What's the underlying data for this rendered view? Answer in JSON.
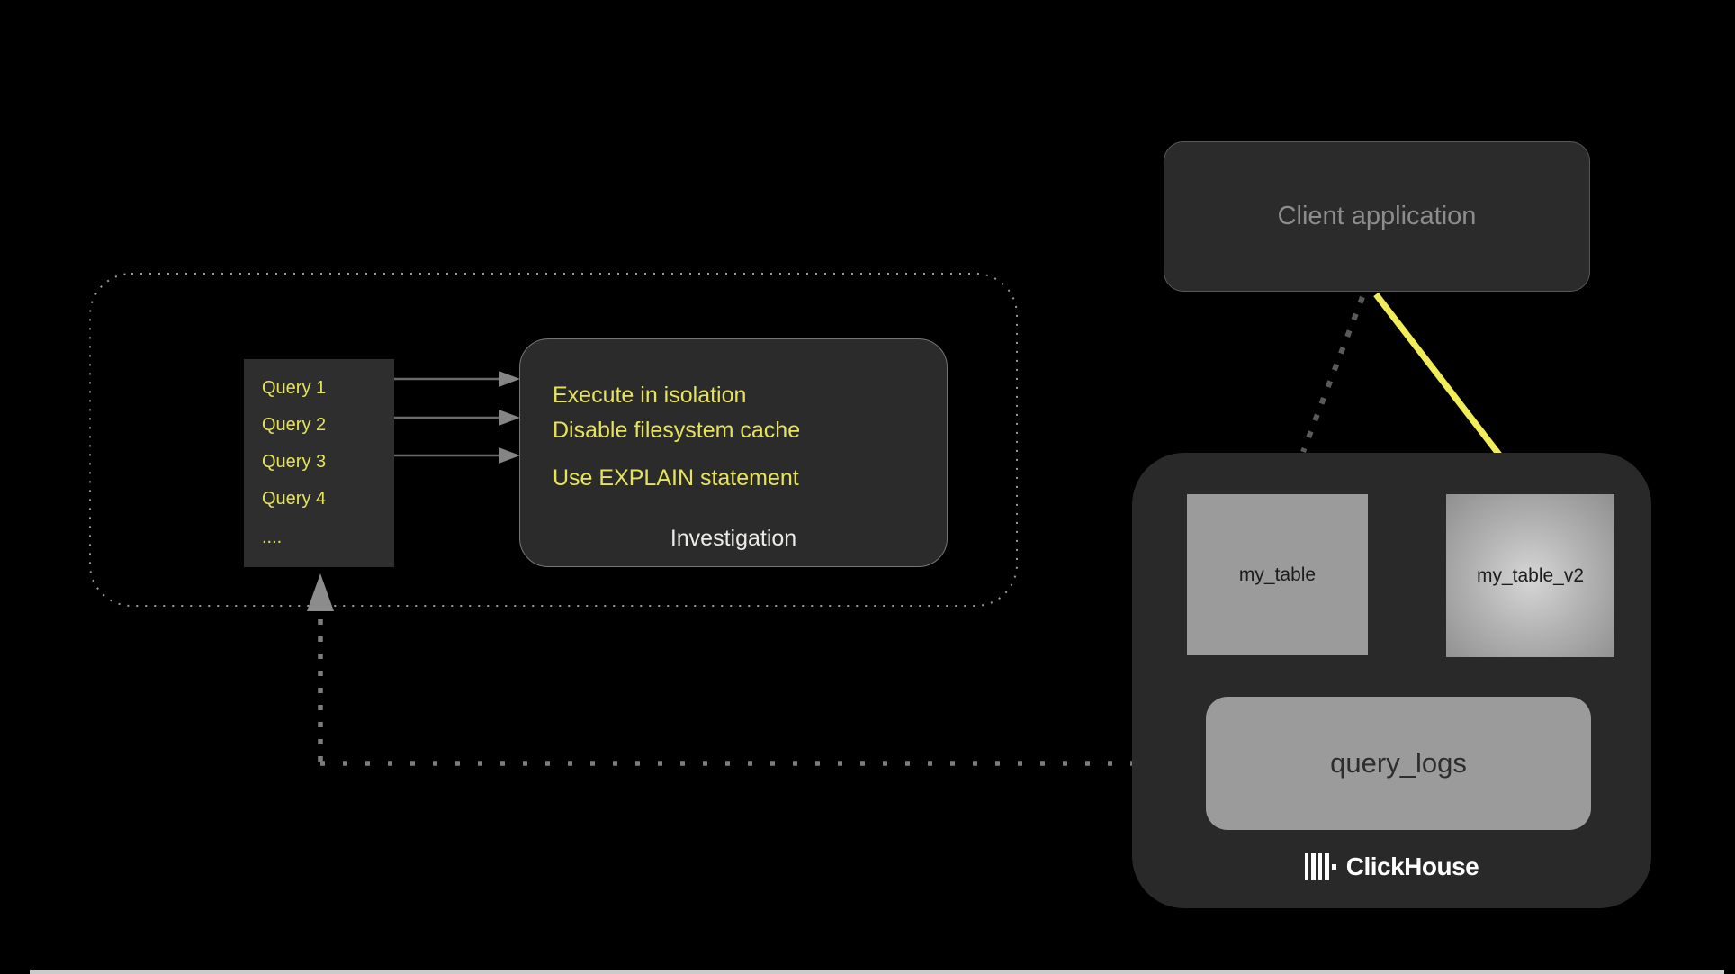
{
  "colors": {
    "background": "#000000",
    "yellow-text": "#e6e35b",
    "yellow-arrow": "#f0ed58",
    "gray-dash": "#7d7d7d",
    "arrow-line-gray": "#6a6a6a",
    "arrow-head-gray": "#858585",
    "dark-dash": "#5a5a5a",
    "dotted-outline": "#999999",
    "query-box-fill": "#2e2e2e",
    "panel-fill": "#2b2b2b",
    "panel-border": "#757575",
    "client-border": "#585858",
    "client-text": "#8d8d8d",
    "container-fill": "#292929",
    "table-fill": "#9b9b9b",
    "table-text": "#1c1c1c",
    "strip": "#cbcbcb"
  },
  "left_panel": {
    "queries": [
      "Query 1",
      "Query 2",
      "Query 3",
      "Query 4",
      "...."
    ],
    "investigation": {
      "line1": "Execute in isolation",
      "line2": "Disable filesystem cache",
      "line3": "Use EXPLAIN statement",
      "label": "Investigation"
    }
  },
  "right_panel": {
    "client_application_label": "Client application",
    "clickhouse": {
      "table1": "my_table",
      "table2": "my_table_v2",
      "logs_table": "query_logs",
      "brand": "ClickHouse"
    }
  }
}
